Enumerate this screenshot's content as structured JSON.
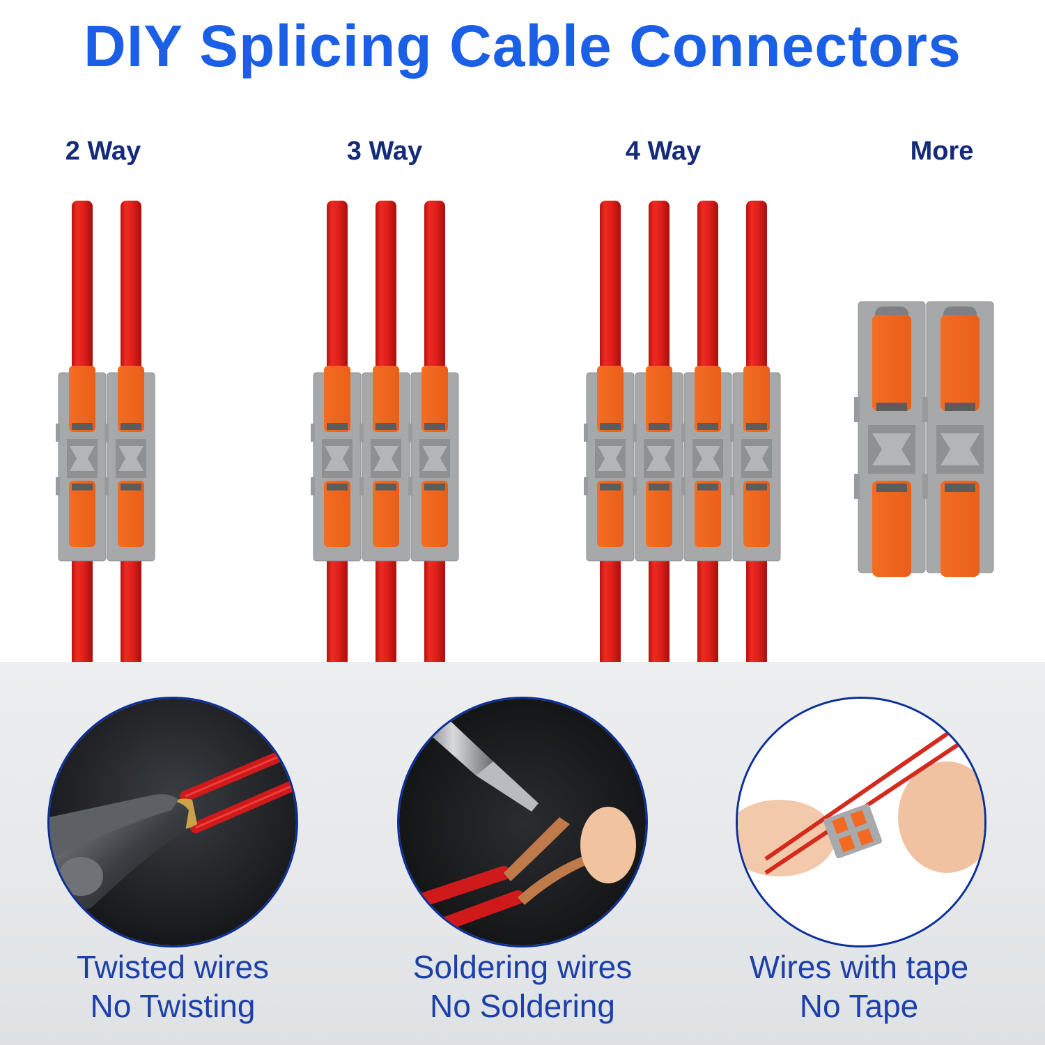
{
  "title": "DIY Splicing Cable Connectors",
  "variants": [
    {
      "label": "2 Way",
      "ways": 2
    },
    {
      "label": "3 Way",
      "ways": 3
    },
    {
      "label": "4 Way",
      "ways": 4
    },
    {
      "label": "More",
      "ways": 2
    }
  ],
  "features": [
    {
      "line1": "Twisted wires",
      "line2": "No Twisting",
      "icon": "pliers-icon"
    },
    {
      "line1": "Soldering wires",
      "line2": "No Soldering",
      "icon": "soldering-iron-icon"
    },
    {
      "line1": "Wires with tape",
      "line2": "No Tape",
      "icon": "hand-connector-icon"
    }
  ],
  "colors": {
    "title": "#1a5fe6",
    "label": "#142a7a",
    "caption": "#1c3fa8",
    "wire": "#e0201c",
    "lever": "#f26a21",
    "housing": "#a7a8aa",
    "circle_border": "#0b2f9a"
  }
}
